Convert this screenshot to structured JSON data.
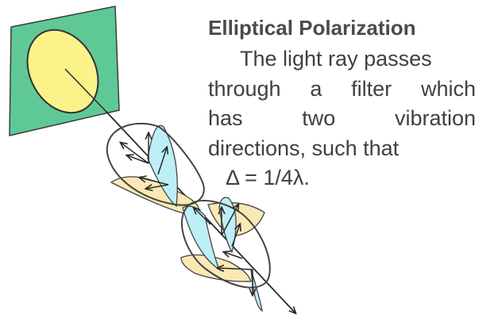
{
  "title": "Elliptical Polarization",
  "text": {
    "line1": "The light ray passes",
    "line2": "through a filter which",
    "line3": "has two vibration",
    "line4": "directions, such that",
    "formula": "Δ = 1/4λ."
  },
  "colors": {
    "filter_plate": "#5fc995",
    "ellipse": "#fbf38a",
    "wave_cyan": "#bdeff7",
    "wave_tan": "#fbe9b5",
    "stroke": "#3a3a3a"
  }
}
